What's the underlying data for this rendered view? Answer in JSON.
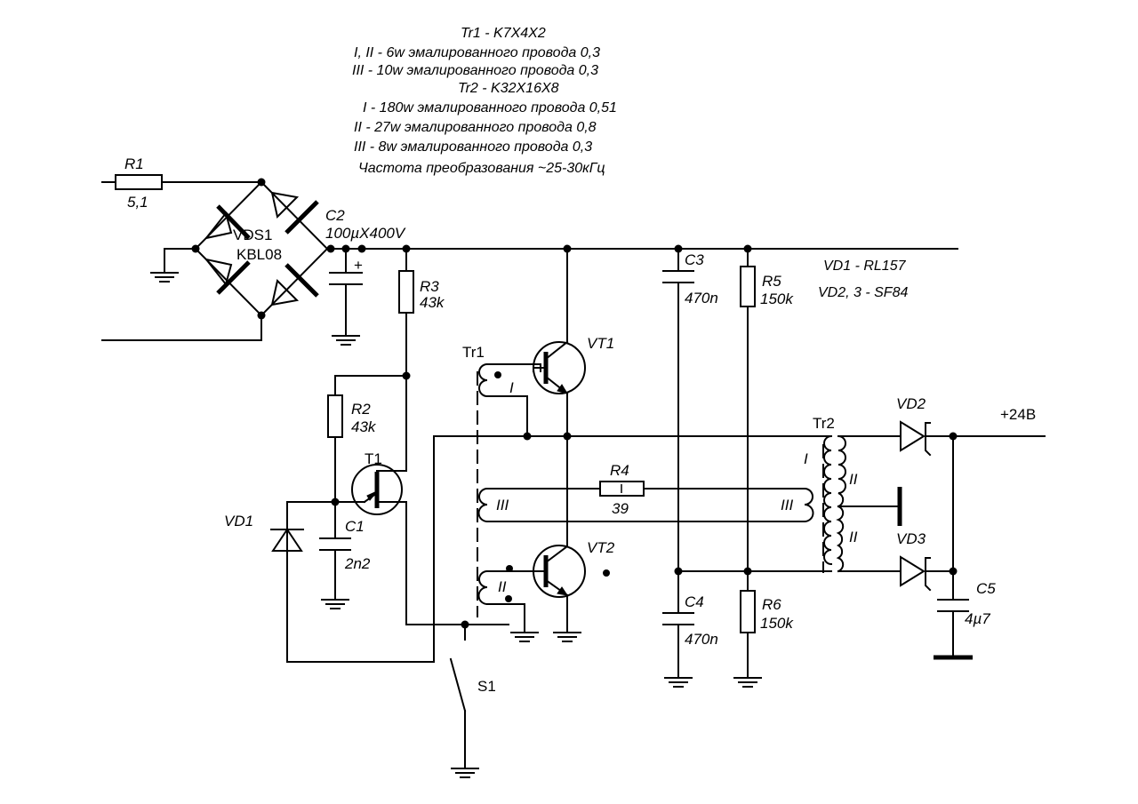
{
  "notes": [
    "Tr1 - K7X4X2",
    "I, II - 6w эмалированного провода 0,3",
    "III - 10w эмалированного провода 0,3",
    "Tr2 - K32X16X8",
    "I - 180w эмалированного провода 0,51",
    "II - 27w эмалированного провода 0,8",
    "III - 8w эмалированного провода 0,3",
    "Частота преобразования ~25-30кГц"
  ],
  "diode_types": [
    "VD1 -  RL157",
    "VD2, 3 -  SF84"
  ],
  "components": {
    "r1": {
      "ref": "R1",
      "value": "5,1"
    },
    "vds1": {
      "ref": "VDS1",
      "value": "KBL08"
    },
    "c2": {
      "ref": "C2",
      "value": "100µX400V",
      "polarity": "+"
    },
    "r3": {
      "ref": "R3",
      "value": "43k"
    },
    "r2": {
      "ref": "R2",
      "value": "43k"
    },
    "t1": {
      "ref": "T1"
    },
    "c1": {
      "ref": "C1",
      "value": "2n2"
    },
    "vd1": {
      "ref": "VD1"
    },
    "tr1": {
      "ref": "Tr1",
      "w1": "I",
      "w2": "II",
      "w3": "III"
    },
    "vt1": {
      "ref": "VT1"
    },
    "vt2": {
      "ref": "VT2"
    },
    "r4": {
      "ref": "R4",
      "value": "39"
    },
    "c3": {
      "ref": "C3",
      "value": "470n"
    },
    "r5": {
      "ref": "R5",
      "value": "150k"
    },
    "c4": {
      "ref": "C4",
      "value": "470n"
    },
    "r6": {
      "ref": "R6",
      "value": "150k"
    },
    "tr2": {
      "ref": "Tr2",
      "w1": "I",
      "w2a": "II",
      "w2b": "II",
      "w3": "III"
    },
    "vd2": {
      "ref": "VD2"
    },
    "vd3": {
      "ref": "VD3"
    },
    "c5": {
      "ref": "C5",
      "value": "4µ7"
    },
    "s1": {
      "ref": "S1"
    }
  },
  "output_label": "+24В"
}
